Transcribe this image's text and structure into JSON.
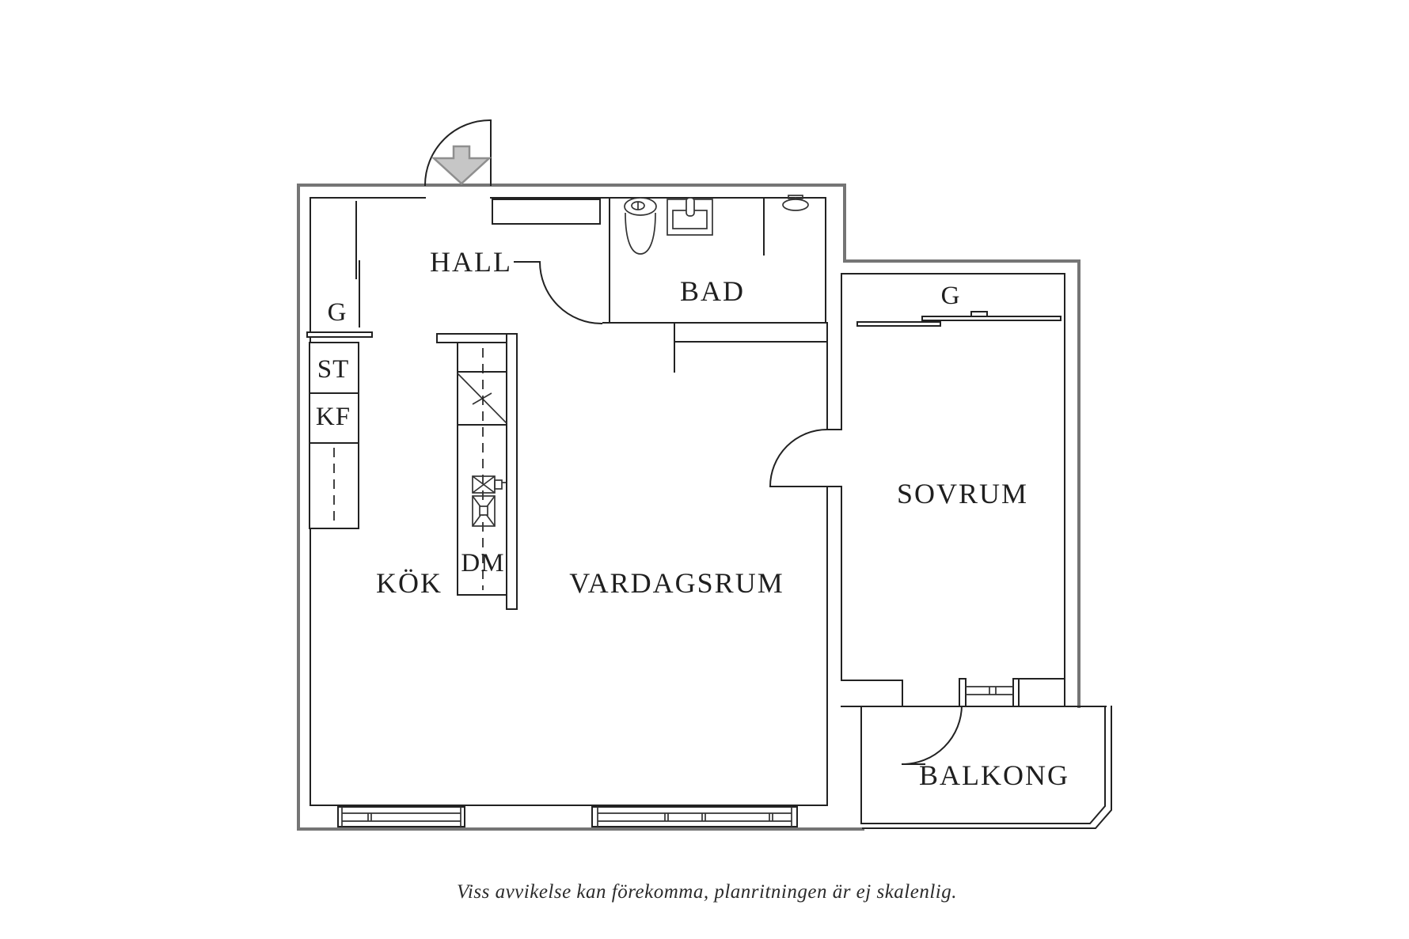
{
  "floorplan": {
    "rooms": {
      "hall": "HALL",
      "bad": "BAD",
      "kok": "KÖK",
      "vardagsrum": "VARDAGSRUM",
      "sovrum": "SOVRUM",
      "balkong": "BALKONG"
    },
    "labels": {
      "hall_closet": "G",
      "bedroom_closet": "G",
      "st": "ST",
      "kf": "KF",
      "dm": "DM"
    },
    "caption": "Viss avvikelse kan förekomma, planritningen är ej skalenlig.",
    "colors": {
      "background": "#ffffff",
      "outer_wall": "#757575",
      "inner_wall": "#222222",
      "fixture": "#333333",
      "arrow_fill": "#c6c6c6",
      "arrow_stroke": "#8f8f8f",
      "label_text": "#1f1f1f",
      "caption_text": "#2b2b2b"
    }
  }
}
